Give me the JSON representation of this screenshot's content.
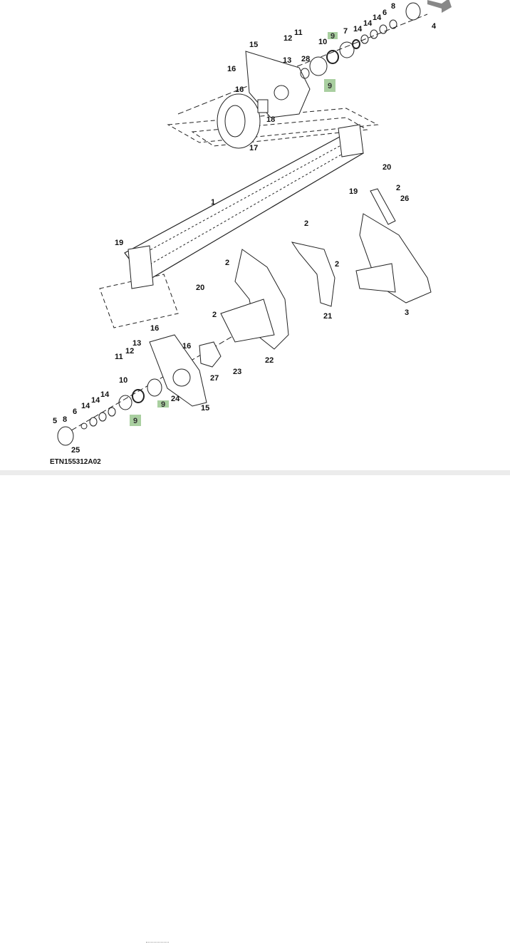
{
  "diagram": {
    "caption": "ETN155312A02",
    "callouts": [
      "1",
      "2",
      "2",
      "2",
      "2",
      "2",
      "3",
      "4",
      "5",
      "6",
      "6",
      "7",
      "8",
      "8",
      "10",
      "10",
      "11",
      "11",
      "12",
      "12",
      "13",
      "13",
      "14",
      "14",
      "14",
      "14",
      "14",
      "14",
      "15",
      "15",
      "16",
      "16",
      "16",
      "16",
      "17",
      "18",
      "19",
      "19",
      "20",
      "20",
      "21",
      "22",
      "23",
      "24",
      "25",
      "26",
      "27",
      "28"
    ],
    "highlighted_callouts": [
      "9",
      "9",
      "9",
      "9"
    ],
    "highlight_color": "#a9cfa0"
  }
}
